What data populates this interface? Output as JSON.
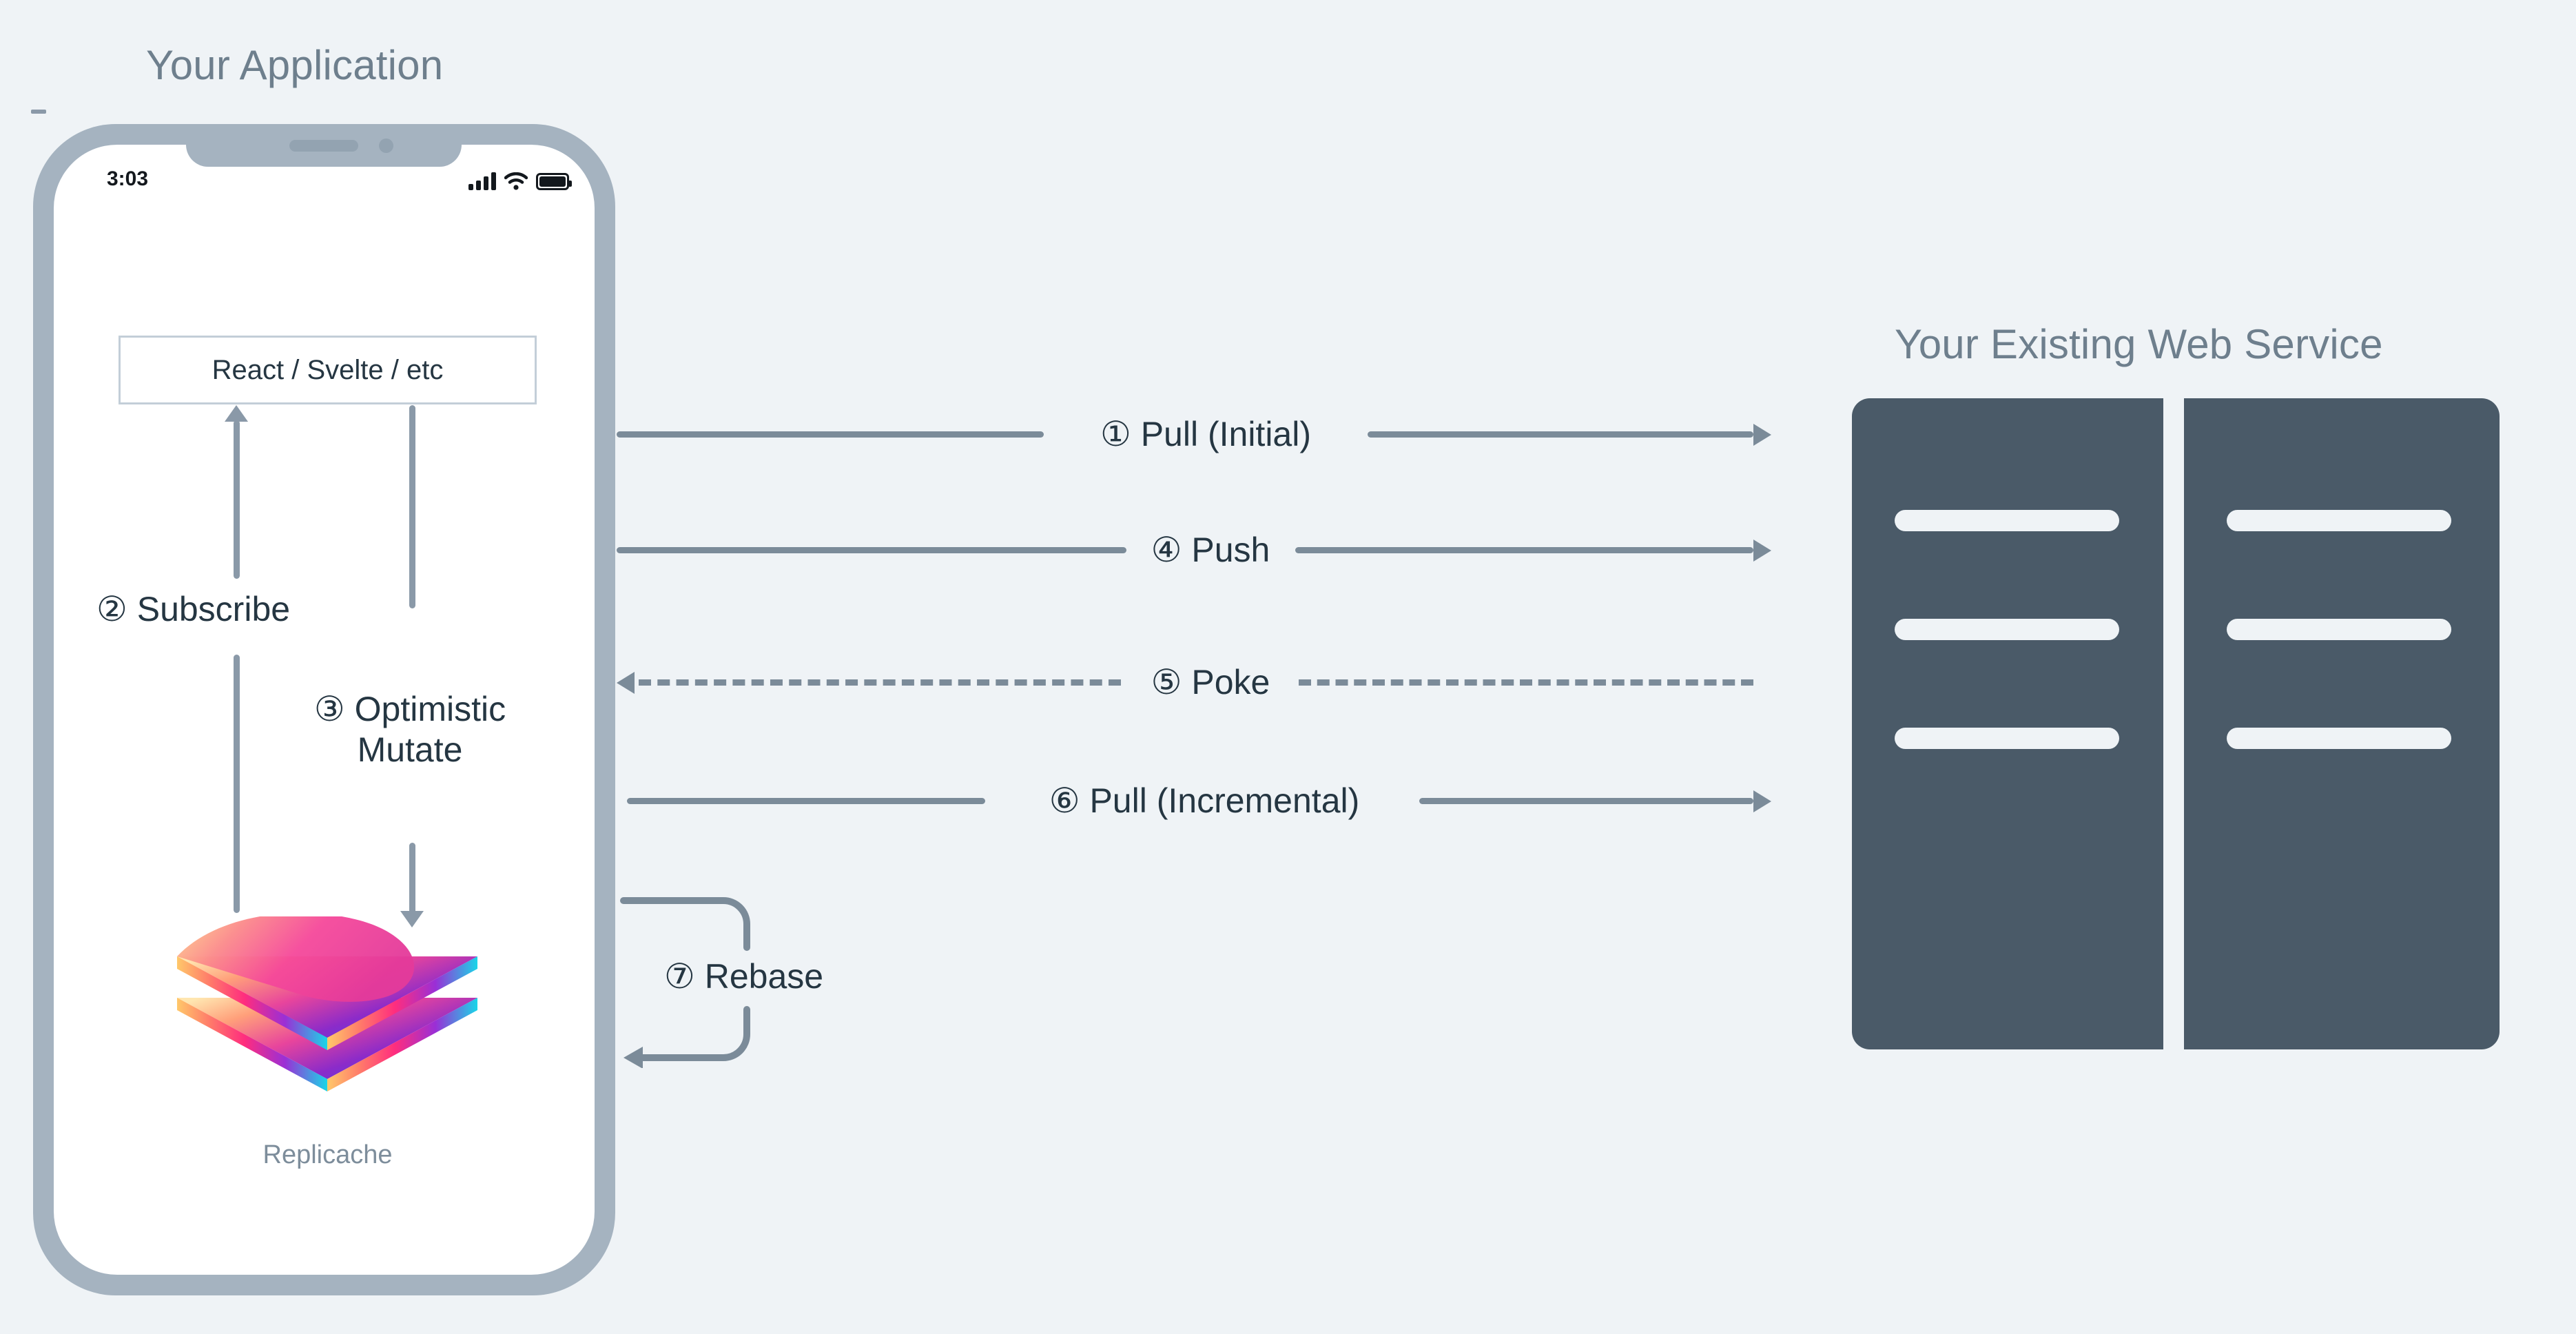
{
  "diagram": {
    "background_color": "#eff3f6",
    "accent_line_color": "#7b8b99",
    "text_color": "#253642",
    "title_color": "#6e7f8d",
    "server_color": "#4a5a68",
    "phone_bezel_color": "#a5b3c0"
  },
  "app": {
    "title": "Your Application",
    "phone": {
      "status_bar": {
        "time": "3:03",
        "signal_icon": "cellular-signal-icon",
        "wifi_icon": "wifi-icon",
        "battery_icon": "battery-icon"
      },
      "framework_box": {
        "label": "React / Svelte / etc"
      },
      "logo": {
        "name": "replicache-logo",
        "caption": "Replicache"
      },
      "internal_steps": [
        {
          "number": "②",
          "label": "Subscribe",
          "direction": "up"
        },
        {
          "number": "③",
          "label": "Optimistic Mutate",
          "direction": "down"
        }
      ]
    }
  },
  "service": {
    "title": "Your Existing Web Service",
    "racks": [
      {
        "name": "rack-left",
        "bars": 3
      },
      {
        "name": "rack-right",
        "bars": 3
      }
    ]
  },
  "flows": [
    {
      "id": "pull-initial",
      "number": "①",
      "label": "Pull (Initial)",
      "style": "solid",
      "direction": "right"
    },
    {
      "id": "push",
      "number": "④",
      "label": "Push",
      "style": "solid",
      "direction": "right"
    },
    {
      "id": "poke",
      "number": "⑤",
      "label": "Poke",
      "style": "dashed",
      "direction": "left"
    },
    {
      "id": "pull-incremental",
      "number": "⑥",
      "label": "Pull (Incremental)",
      "style": "solid",
      "direction": "right"
    },
    {
      "id": "rebase",
      "number": "⑦",
      "label": "Rebase",
      "style": "solid",
      "direction": "loop"
    }
  ],
  "labels": {
    "subscribe_full": "② Subscribe",
    "mutate_line1": "③ Optimistic",
    "mutate_line2": "Mutate",
    "pull_initial_full": "① Pull (Initial)",
    "push_full": "④ Push",
    "poke_full": "⑤ Poke",
    "pull_incremental_full": "⑥ Pull (Incremental)",
    "rebase_full": "⑦ Rebase"
  }
}
